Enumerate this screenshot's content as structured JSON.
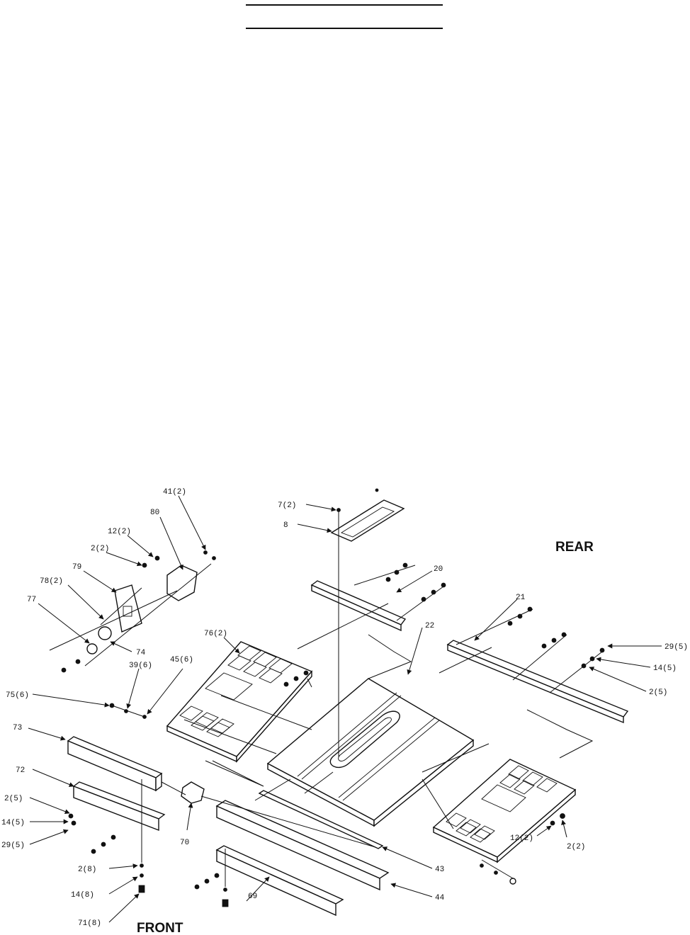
{
  "header": {
    "rule_count": 2
  },
  "orientation": {
    "rear": "REAR",
    "front": "FRONT"
  },
  "callouts": {
    "c41": "41(2)",
    "c80": "80",
    "c12a": "12(2)",
    "c2a": "2(2)",
    "c79": "79",
    "c78": "78(2)",
    "c77": "77",
    "c74": "74",
    "c76": "76(2)",
    "c39": "39(6)",
    "c45": "45(6)",
    "c75": "75(6)",
    "c73": "73",
    "c72": "72",
    "c2b": "2(5)",
    "c14b": "14(5)",
    "c29b": "29(5)",
    "c70": "70",
    "c2c": "2(8)",
    "c14c": "14(8)",
    "c71": "71(8)",
    "c7": "7(2)",
    "c8": "8",
    "c20": "20",
    "c22": "22",
    "c21": "21",
    "c29a": "29(5)",
    "c14a": "14(5)",
    "c2d": "2(5)",
    "c12b": "12(2)",
    "c2e": "2(2)",
    "c43": "43",
    "c44": "44",
    "c69": "69"
  }
}
